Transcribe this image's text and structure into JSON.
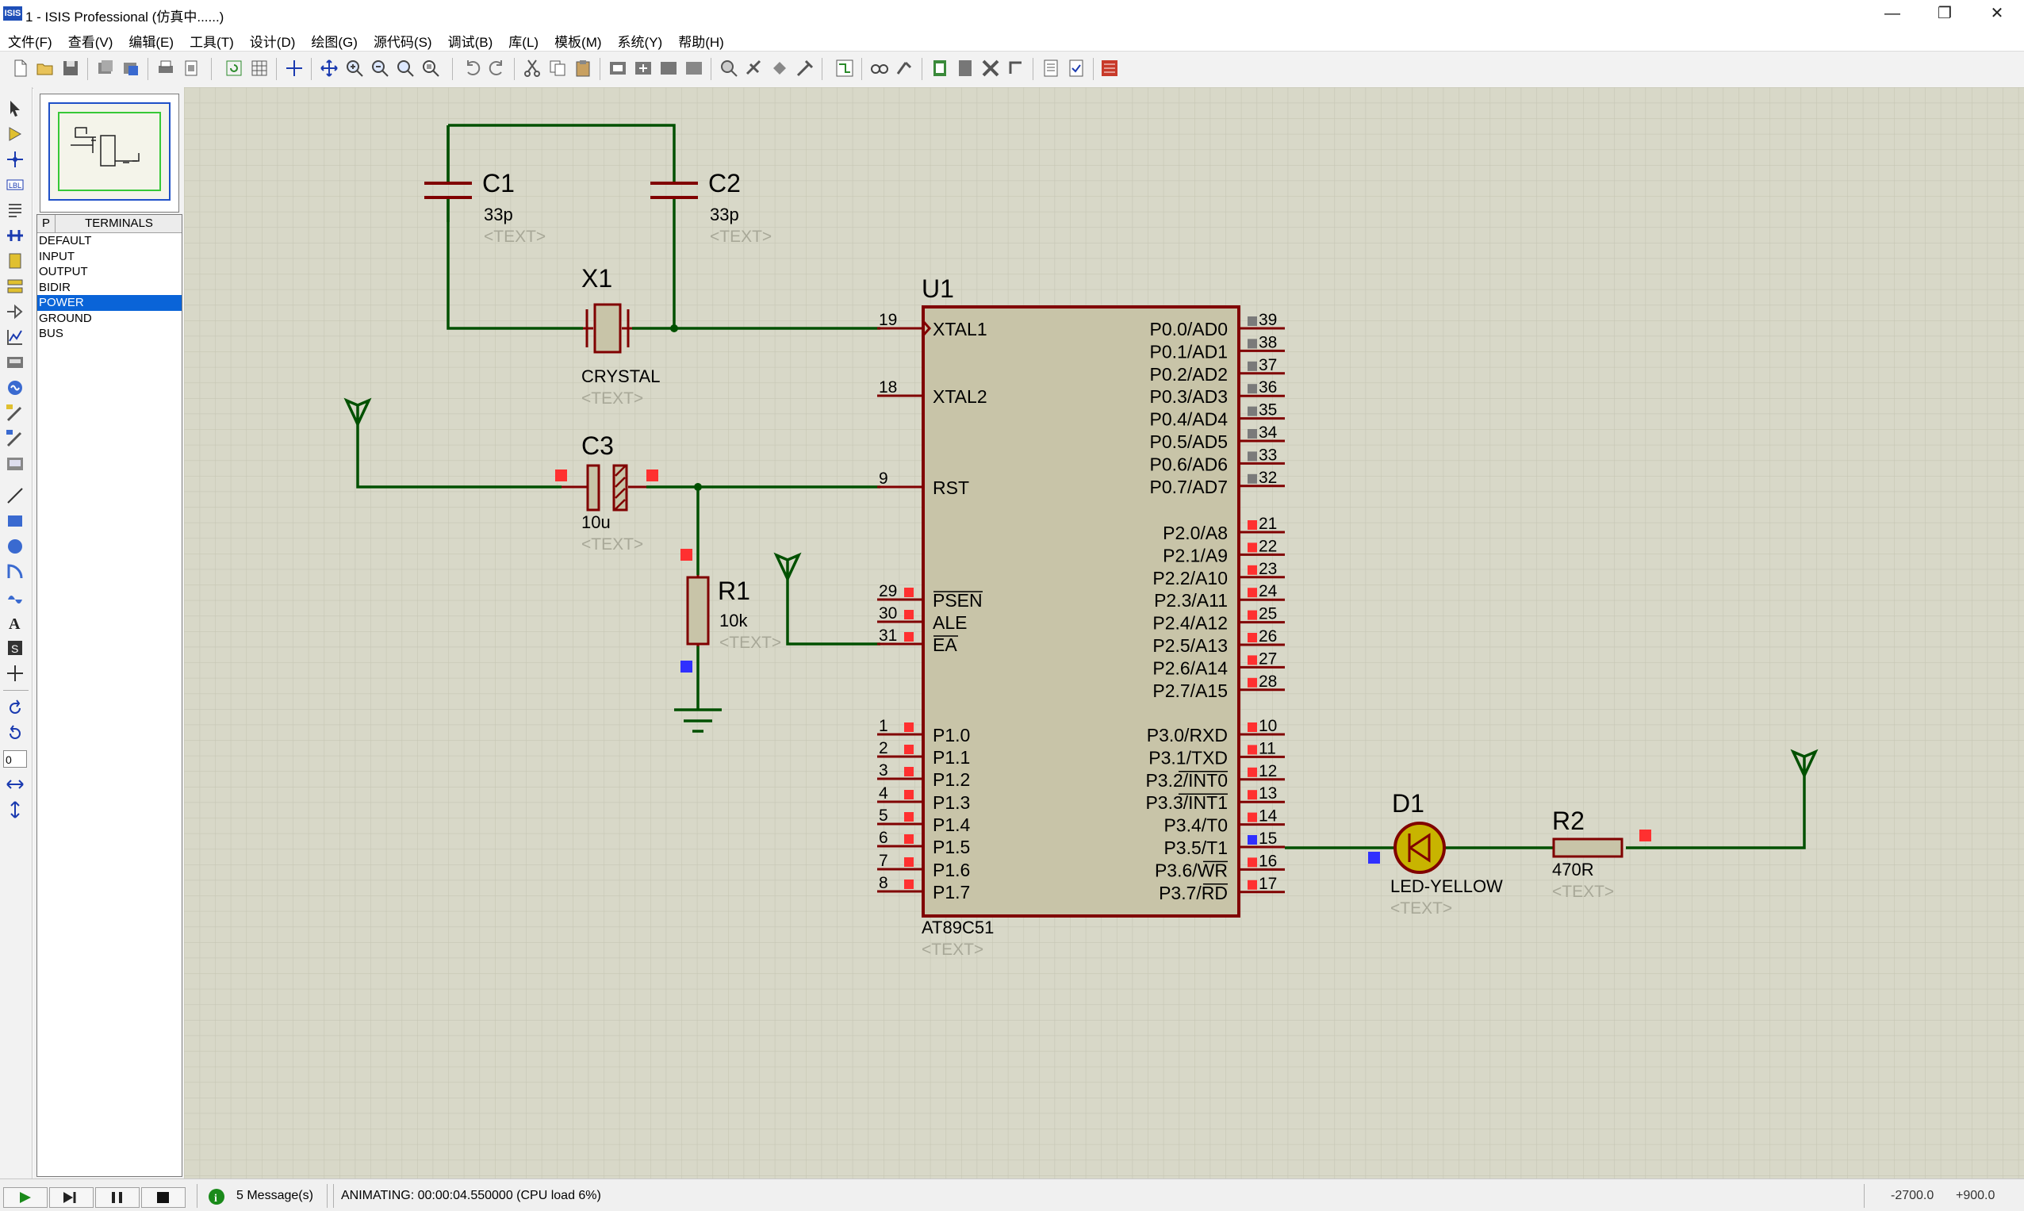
{
  "window": {
    "icon_text": "ISIS",
    "title": "1 - ISIS Professional (仿真中......)",
    "minimize": "—",
    "restore": "❐",
    "close": "✕"
  },
  "menu": [
    "文件(F)",
    "查看(V)",
    "编辑(E)",
    "工具(T)",
    "设计(D)",
    "绘图(G)",
    "源代码(S)",
    "调试(B)",
    "库(L)",
    "模板(M)",
    "系统(Y)",
    "帮助(H)"
  ],
  "device_panel": {
    "p_button": "P",
    "header": "TERMINALS",
    "items": [
      "DEFAULT",
      "INPUT",
      "OUTPUT",
      "BIDIR",
      "POWER",
      "GROUND",
      "BUS"
    ],
    "selected": "POWER"
  },
  "left_tools": {
    "rotation_value": "0"
  },
  "schematic": {
    "c1": {
      "ref": "C1",
      "value": "33p",
      "text": "<TEXT>"
    },
    "c2": {
      "ref": "C2",
      "value": "33p",
      "text": "<TEXT>"
    },
    "x1": {
      "ref": "X1",
      "value": "CRYSTAL",
      "text": "<TEXT>"
    },
    "c3": {
      "ref": "C3",
      "value": "10u",
      "text": "<TEXT>"
    },
    "r1": {
      "ref": "R1",
      "value": "10k",
      "text": "<TEXT>"
    },
    "u1": {
      "ref": "U1",
      "value": "AT89C51",
      "text": "<TEXT>"
    },
    "d1": {
      "ref": "D1",
      "value": "LED-YELLOW",
      "text": "<TEXT>"
    },
    "r2": {
      "ref": "R2",
      "value": "470R",
      "text": "<TEXT>"
    },
    "u1_left_pins": [
      {
        "num": "19",
        "name": "XTAL1"
      },
      {
        "num": "18",
        "name": "XTAL2"
      },
      {
        "num": "9",
        "name": "RST"
      },
      {
        "num": "29",
        "name": "PSEN"
      },
      {
        "num": "30",
        "name": "ALE"
      },
      {
        "num": "31",
        "name": "EA"
      },
      {
        "num": "1",
        "name": "P1.0"
      },
      {
        "num": "2",
        "name": "P1.1"
      },
      {
        "num": "3",
        "name": "P1.2"
      },
      {
        "num": "4",
        "name": "P1.3"
      },
      {
        "num": "5",
        "name": "P1.4"
      },
      {
        "num": "6",
        "name": "P1.5"
      },
      {
        "num": "7",
        "name": "P1.6"
      },
      {
        "num": "8",
        "name": "P1.7"
      }
    ],
    "u1_right_pins": [
      {
        "num": "39",
        "name": "P0.0/AD0"
      },
      {
        "num": "38",
        "name": "P0.1/AD1"
      },
      {
        "num": "37",
        "name": "P0.2/AD2"
      },
      {
        "num": "36",
        "name": "P0.3/AD3"
      },
      {
        "num": "35",
        "name": "P0.4/AD4"
      },
      {
        "num": "34",
        "name": "P0.5/AD5"
      },
      {
        "num": "33",
        "name": "P0.6/AD6"
      },
      {
        "num": "32",
        "name": "P0.7/AD7"
      },
      {
        "num": "21",
        "name": "P2.0/A8"
      },
      {
        "num": "22",
        "name": "P2.1/A9"
      },
      {
        "num": "23",
        "name": "P2.2/A10"
      },
      {
        "num": "24",
        "name": "P2.3/A11"
      },
      {
        "num": "25",
        "name": "P2.4/A12"
      },
      {
        "num": "26",
        "name": "P2.5/A13"
      },
      {
        "num": "27",
        "name": "P2.6/A14"
      },
      {
        "num": "28",
        "name": "P2.7/A15"
      },
      {
        "num": "10",
        "name": "P3.0/RXD"
      },
      {
        "num": "11",
        "name": "P3.1/TXD"
      },
      {
        "num": "12",
        "name": "P3.2/INT0"
      },
      {
        "num": "13",
        "name": "P3.3/INT1"
      },
      {
        "num": "14",
        "name": "P3.4/T0"
      },
      {
        "num": "15",
        "name": "P3.5/T1"
      },
      {
        "num": "16",
        "name": "P3.6/WR"
      },
      {
        "num": "17",
        "name": "P3.7/RD"
      }
    ]
  },
  "status": {
    "messages": "5 Message(s)",
    "animating": "ANIMATING: 00:00:04.550000 (CPU load 6%)",
    "coord_x": "-2700.0",
    "coord_y": "+900.0"
  },
  "colors": {
    "canvas_bg": "#d8d8c8",
    "grid": "#c6c6b4",
    "wire": "#005000",
    "component": "#800000",
    "body_fill": "#c8c4a8",
    "pin_high": "#ff3030",
    "pin_low": "#3030ff",
    "led_fill": "#c8b400"
  }
}
